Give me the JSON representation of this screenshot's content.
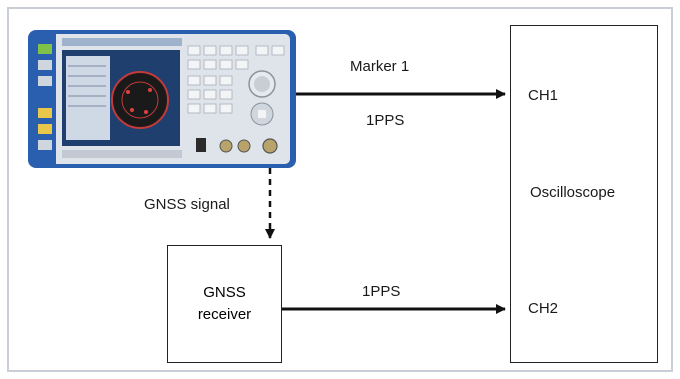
{
  "diagram": {
    "connections": {
      "top_label_above": "Marker 1",
      "top_label_below": "1PPS",
      "bottom_label": "1PPS",
      "dashed_label": "GNSS signal"
    },
    "oscilloscope": {
      "title": "Oscilloscope",
      "ch1": "CH1",
      "ch2": "CH2"
    },
    "receiver": {
      "line1": "GNSS",
      "line2": "receiver"
    },
    "colors": {
      "frame": "#c9ced6",
      "instrument_blue": "#2a5fb0",
      "line": "#111111"
    }
  }
}
